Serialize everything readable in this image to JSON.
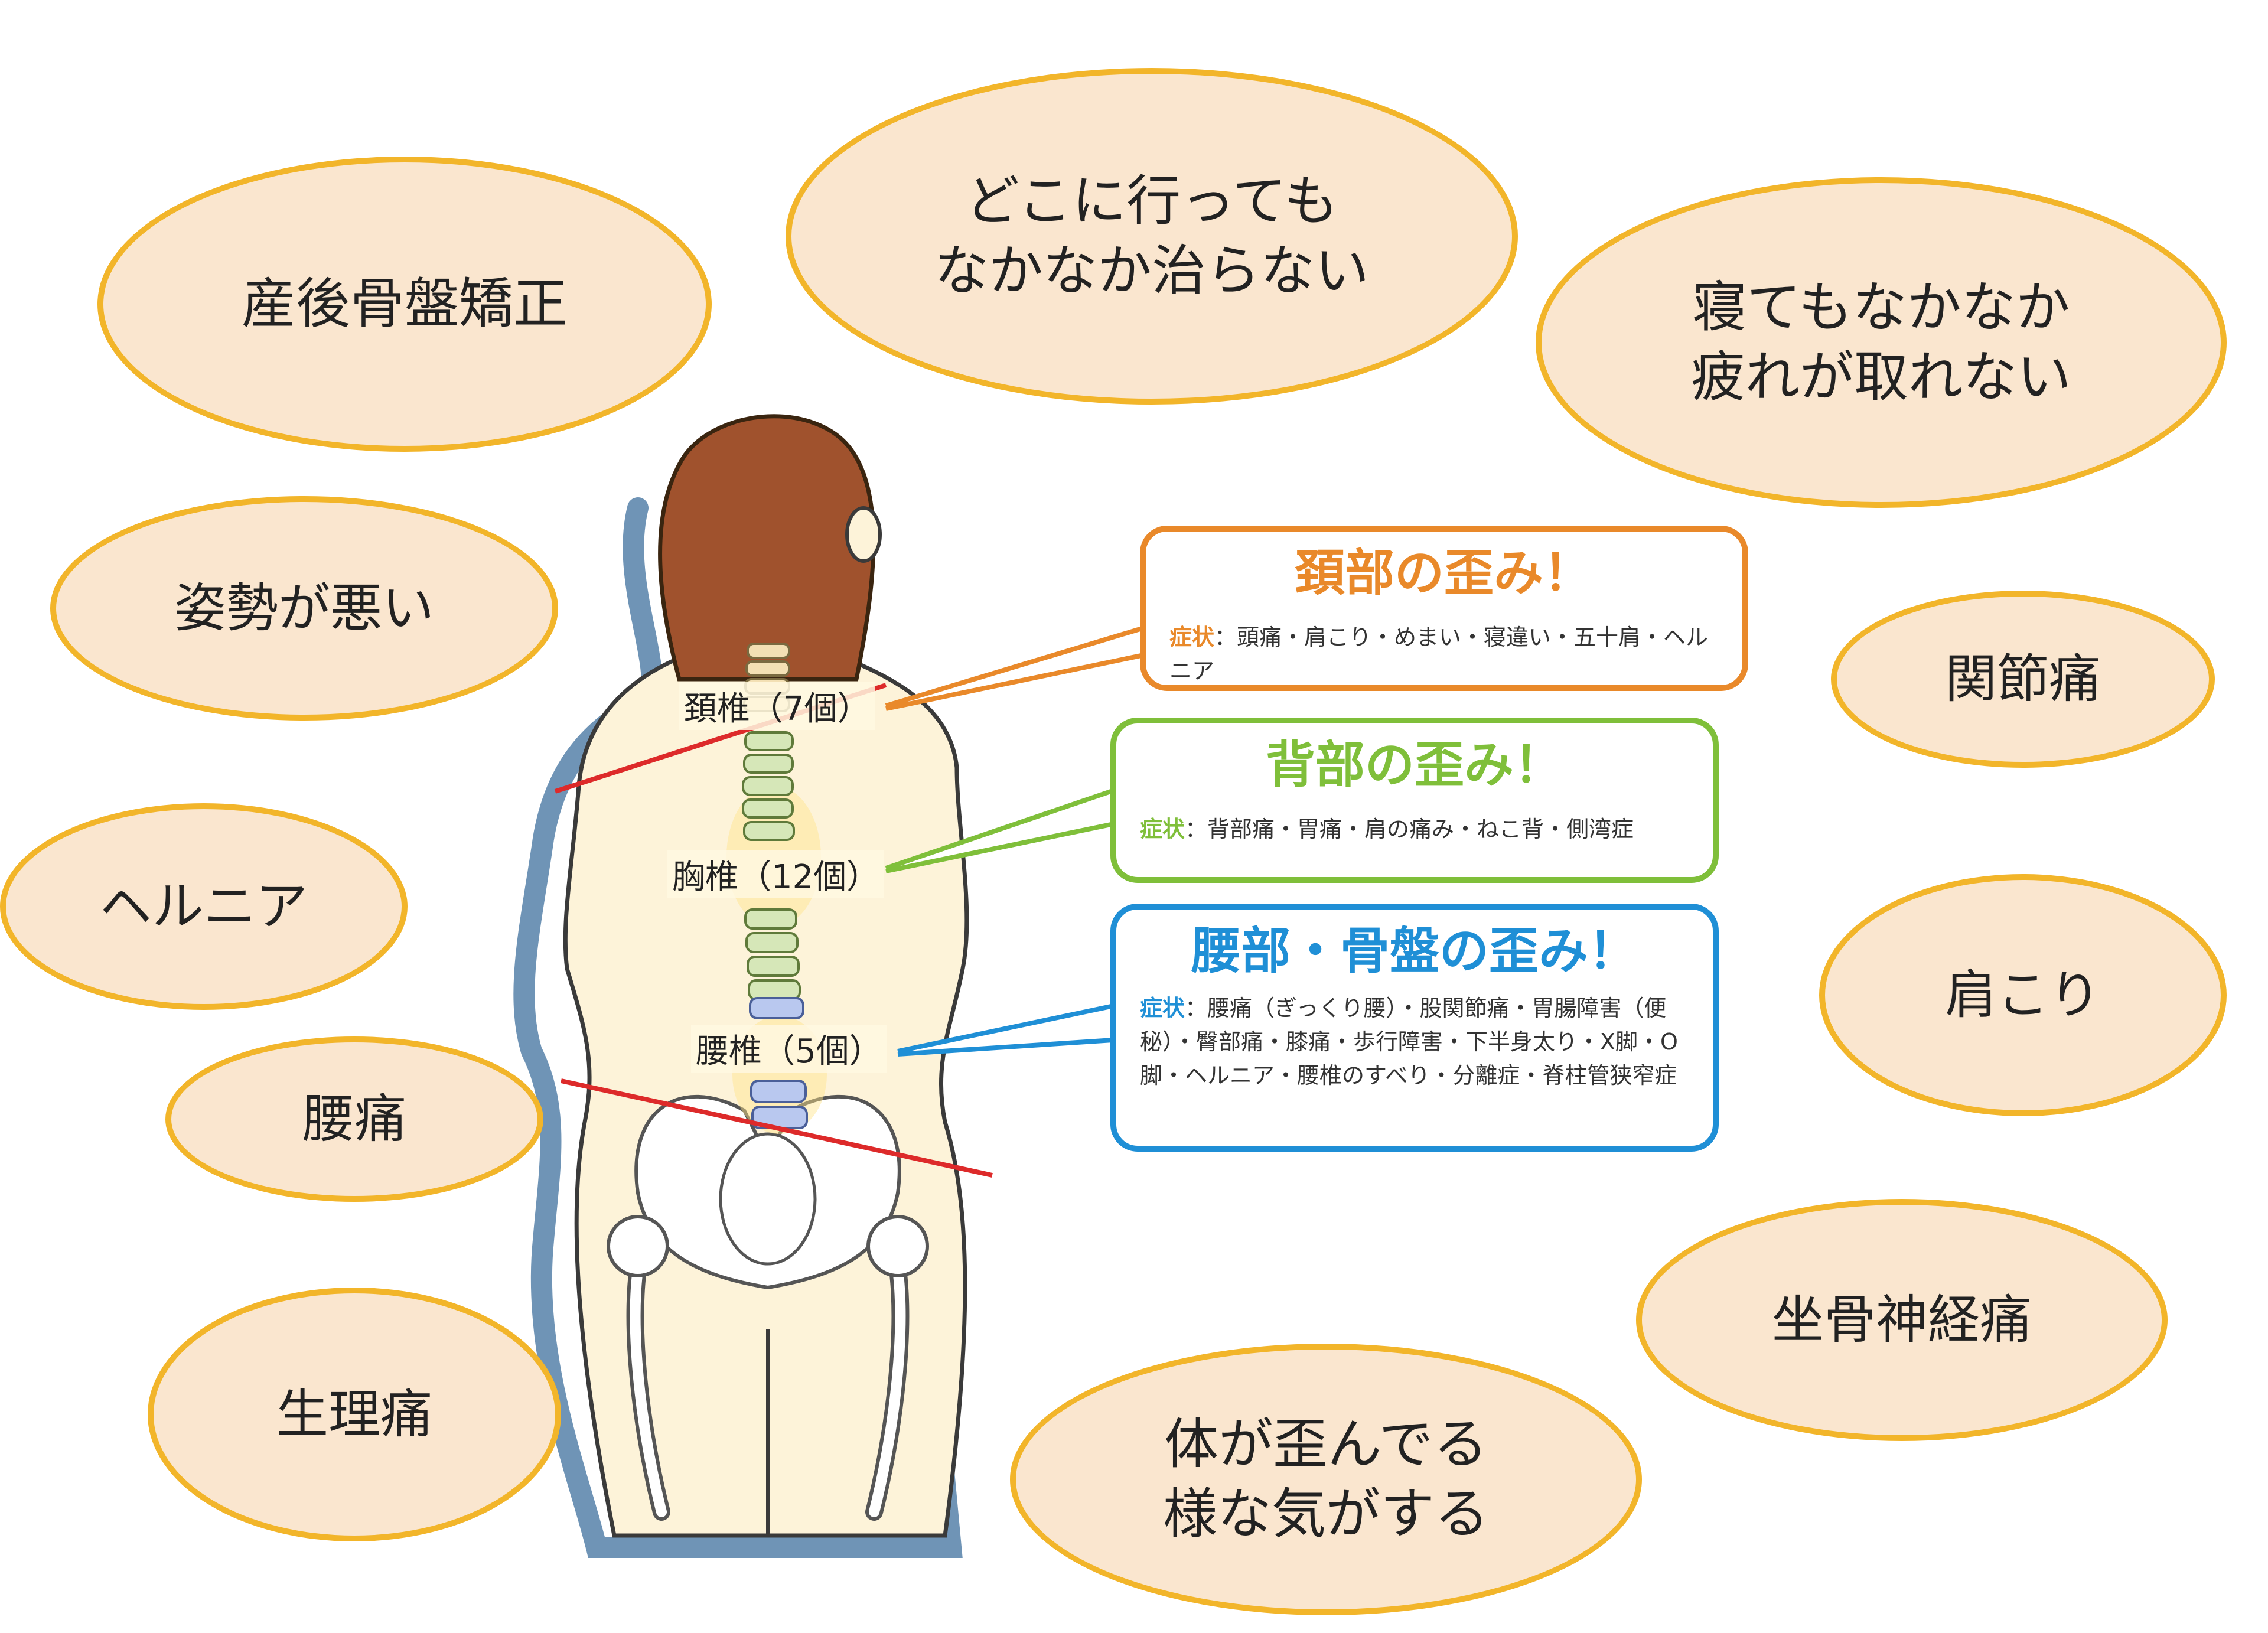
{
  "bubbles": {
    "postpartum": [
      "産後骨盤矯正"
    ],
    "anywhere": [
      "どこに行っても",
      "なかなか治らない"
    ],
    "sleep": [
      "寝てもなかなか",
      "疲れが取れない"
    ],
    "posture": [
      "姿勢が悪い"
    ],
    "joint": [
      "関節痛"
    ],
    "hernia": [
      "ヘルニア"
    ],
    "shoulder": [
      "肩こり"
    ],
    "backpain": [
      "腰痛"
    ],
    "sciatica": [
      "坐骨神経痛"
    ],
    "menstrual": [
      "生理痛"
    ],
    "distorted": [
      "体が歪んでる",
      "様な気がする"
    ]
  },
  "vertebrae": {
    "cervical": "頚椎（7個）",
    "thoracic": "胸椎（12個）",
    "lumbar": "腰椎（5個）"
  },
  "callouts": {
    "neck": {
      "title": "頚部の歪み！",
      "label": "症状",
      "text": "：頭痛・肩こり・めまい・寝違い・五十肩・ヘルニア",
      "color": "#e9892a"
    },
    "back": {
      "title": "背部の歪み！",
      "label": "症状",
      "text": "：背部痛・胃痛・肩の痛み・ねこ背・側湾症",
      "color": "#7fbf3a"
    },
    "waist": {
      "title": "腰部・骨盤の歪み！",
      "label": "症状",
      "text": "：腰痛（ぎっくり腰）・股関節痛・胃腸障害（便秘）・臀部痛・膝痛・歩行障害・下半身太り・X脚・O脚・ヘルニア・腰椎のすべり・分離症・脊柱管狭窄症",
      "color": "#1f8fd6"
    }
  },
  "colors": {
    "bubble_fill": "#fae6cf",
    "bubble_border": "#f2b52a",
    "skin": "#fdf3d9",
    "hair": "#a0522d",
    "shadow": "#6f94b6",
    "distortion_line": "#dd2a2a"
  }
}
